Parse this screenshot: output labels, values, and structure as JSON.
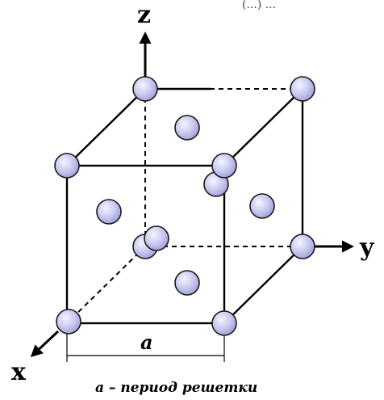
{
  "corner_text": "(...) ...",
  "axes": {
    "z": "z",
    "y": "y",
    "x": "x"
  },
  "dimension_label": "a",
  "caption": "a – период решетки",
  "colors": {
    "atom_fill": "#c9c9f0",
    "atom_stroke": "#1a1a1a",
    "line": "#000000"
  }
}
